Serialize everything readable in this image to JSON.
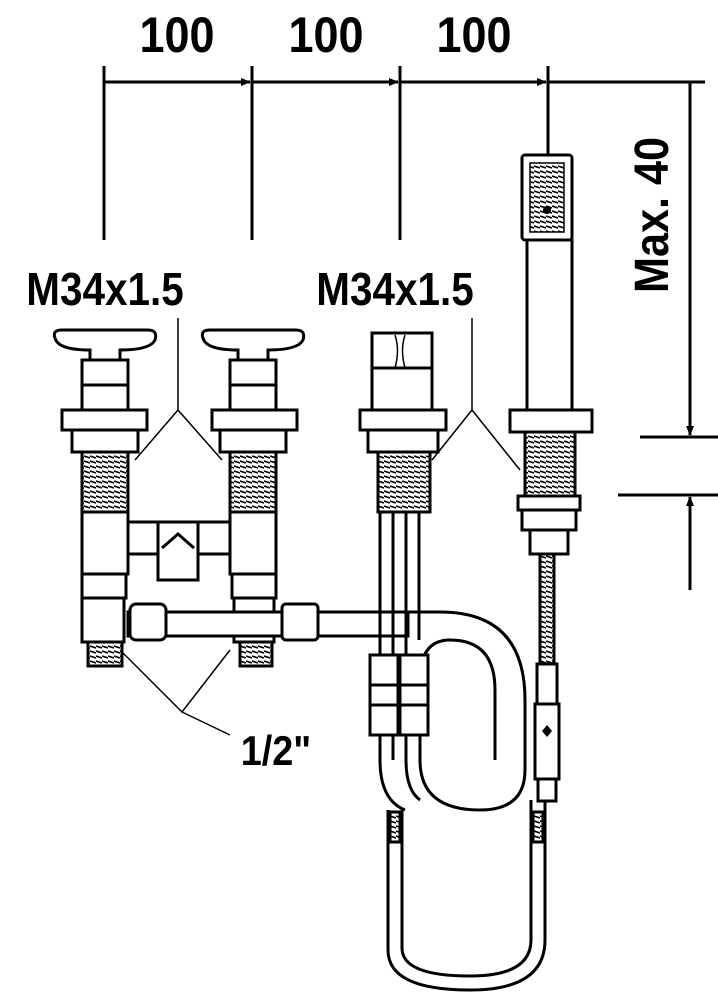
{
  "dimensions": {
    "spacing_1": "100",
    "spacing_2": "100",
    "spacing_3": "100",
    "max_height": "Max. 40"
  },
  "labels": {
    "thread_left": "M34x1.5",
    "thread_right": "M34x1.5",
    "connection": "1/2\""
  },
  "colors": {
    "line": "#000000",
    "background": "#ffffff"
  }
}
